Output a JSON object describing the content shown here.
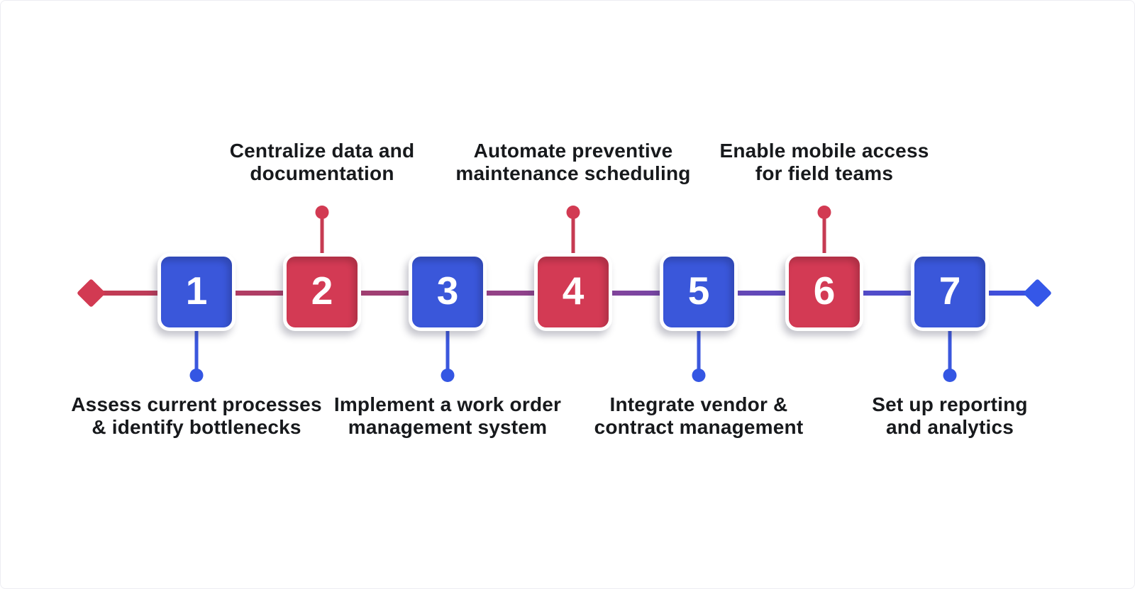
{
  "infographic": {
    "type": "process-timeline",
    "step_count": 7
  },
  "timeline": {
    "start_marker": "diamond",
    "end_marker": "diamond",
    "start_marker_color": "#d23a52",
    "end_marker_color": "#3557e8",
    "line_gradient": [
      "#c43b52",
      "#8c4392",
      "#3b51e0"
    ]
  },
  "colors": {
    "blue_step": "#3a57da",
    "red_step": "#d33a54",
    "text": "#17191c",
    "background": "#ffffff",
    "canvas_border": "#ededf2"
  },
  "steps": [
    {
      "number": "1",
      "color": "blue",
      "label_position": "below",
      "label": "Assess current processes & identify bottlenecks",
      "label_lines": [
        "Assess current processes",
        "& identify bottlenecks"
      ]
    },
    {
      "number": "2",
      "color": "red",
      "label_position": "above",
      "label": "Centralize data and documentation",
      "label_lines": [
        "Centralize data and",
        "documentation"
      ]
    },
    {
      "number": "3",
      "color": "blue",
      "label_position": "below",
      "label": "Implement a work order management system",
      "label_lines": [
        "Implement a work order",
        "management system"
      ]
    },
    {
      "number": "4",
      "color": "red",
      "label_position": "above",
      "label": "Automate preventive maintenance scheduling",
      "label_lines": [
        "Automate preventive",
        "maintenance scheduling"
      ]
    },
    {
      "number": "5",
      "color": "blue",
      "label_position": "below",
      "label": "Integrate vendor & contract management",
      "label_lines": [
        "Integrate vendor &",
        "contract management"
      ]
    },
    {
      "number": "6",
      "color": "red",
      "label_position": "above",
      "label": "Enable mobile access for field teams",
      "label_lines": [
        "Enable mobile access",
        "for field teams"
      ]
    },
    {
      "number": "7",
      "color": "blue",
      "label_position": "below",
      "label": "Set up reporting and analytics",
      "label_lines": [
        "Set up reporting",
        "and analytics"
      ]
    }
  ]
}
